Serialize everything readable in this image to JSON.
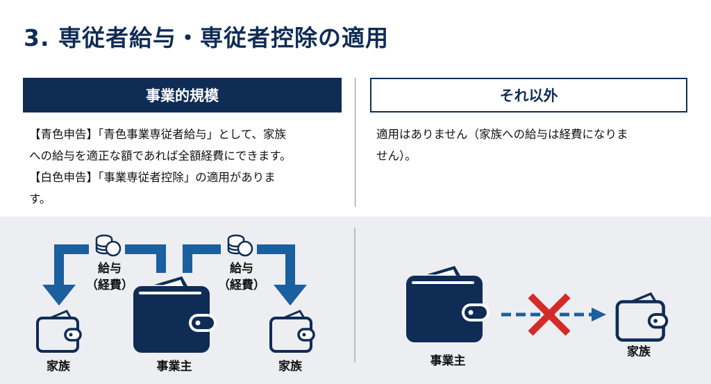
{
  "title": "3. 専従者給与・専従者控除の適用",
  "left": {
    "header": "事業的規模",
    "lines": [
      "【青色申告】「青色事業専従者給与」として、家族",
      "への給与を適正な額であれば全額経費にできます。",
      "【白色申告】「事業専従者控除」の適用がありま",
      "す。"
    ]
  },
  "right": {
    "header": "それ以外",
    "lines": [
      "適用はありません（家族への給与は経費になりま",
      "せん）。"
    ]
  },
  "diagram_left": {
    "salary_label": "給与",
    "expense_label": "（経費）",
    "family_label": "家族",
    "owner_label": "事業主"
  },
  "diagram_right": {
    "owner_label": "事業主",
    "family_label": "家族"
  },
  "colors": {
    "navy": "#0f2c55",
    "arrow": "#1a5f9e",
    "cross": "#d42a2a"
  }
}
